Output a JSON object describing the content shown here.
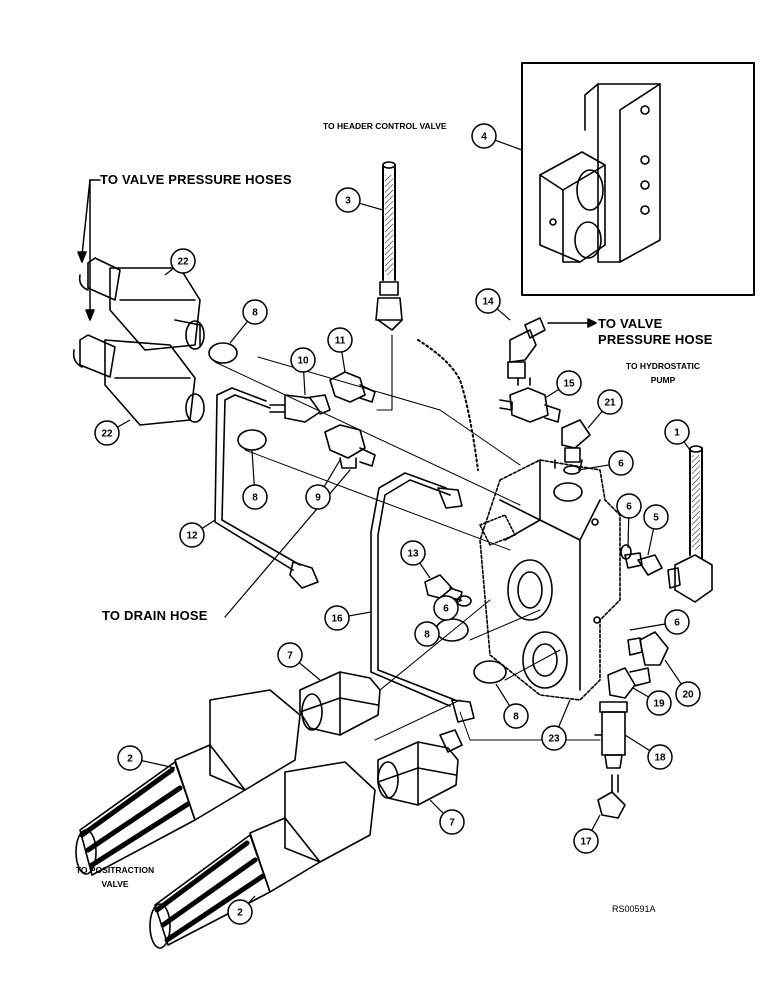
{
  "labels": {
    "to_valve_pressure_hoses": "TO VALVE PRESSURE HOSES",
    "to_header_control_valve": "TO HEADER CONTROL VALVE",
    "to_valve_pressure_hose_1": "TO VALVE",
    "to_valve_pressure_hose_2": "PRESSURE HOSE",
    "to_hydrostatic_1": "TO HYDROSTATIC",
    "to_hydrostatic_2": "PUMP",
    "to_drain_hose": "TO DRAIN HOSE",
    "to_positraction_1": "TO POSITRACTION",
    "to_positraction_2": "VALVE",
    "ref_code": "RS00591A"
  },
  "callouts": [
    {
      "id": "c1",
      "text": "1"
    },
    {
      "id": "c2a",
      "text": "2"
    },
    {
      "id": "c2b",
      "text": "2"
    },
    {
      "id": "c3",
      "text": "3"
    },
    {
      "id": "c4",
      "text": "4"
    },
    {
      "id": "c5",
      "text": "5"
    },
    {
      "id": "c6a",
      "text": "6"
    },
    {
      "id": "c6b",
      "text": "6"
    },
    {
      "id": "c6c",
      "text": "6"
    },
    {
      "id": "c6d",
      "text": "6"
    },
    {
      "id": "c7a",
      "text": "7"
    },
    {
      "id": "c7b",
      "text": "7"
    },
    {
      "id": "c8a",
      "text": "8"
    },
    {
      "id": "c8b",
      "text": "8"
    },
    {
      "id": "c8c",
      "text": "8"
    },
    {
      "id": "c8d",
      "text": "8"
    },
    {
      "id": "c9",
      "text": "9"
    },
    {
      "id": "c10",
      "text": "10"
    },
    {
      "id": "c11",
      "text": "11"
    },
    {
      "id": "c12",
      "text": "12"
    },
    {
      "id": "c13",
      "text": "13"
    },
    {
      "id": "c14",
      "text": "14"
    },
    {
      "id": "c15",
      "text": "15"
    },
    {
      "id": "c16",
      "text": "16"
    },
    {
      "id": "c17",
      "text": "17"
    },
    {
      "id": "c18",
      "text": "18"
    },
    {
      "id": "c19",
      "text": "19"
    },
    {
      "id": "c20",
      "text": "20"
    },
    {
      "id": "c21",
      "text": "21"
    },
    {
      "id": "c22a",
      "text": "22"
    },
    {
      "id": "c22b",
      "text": "22"
    },
    {
      "id": "c23",
      "text": "23"
    }
  ]
}
